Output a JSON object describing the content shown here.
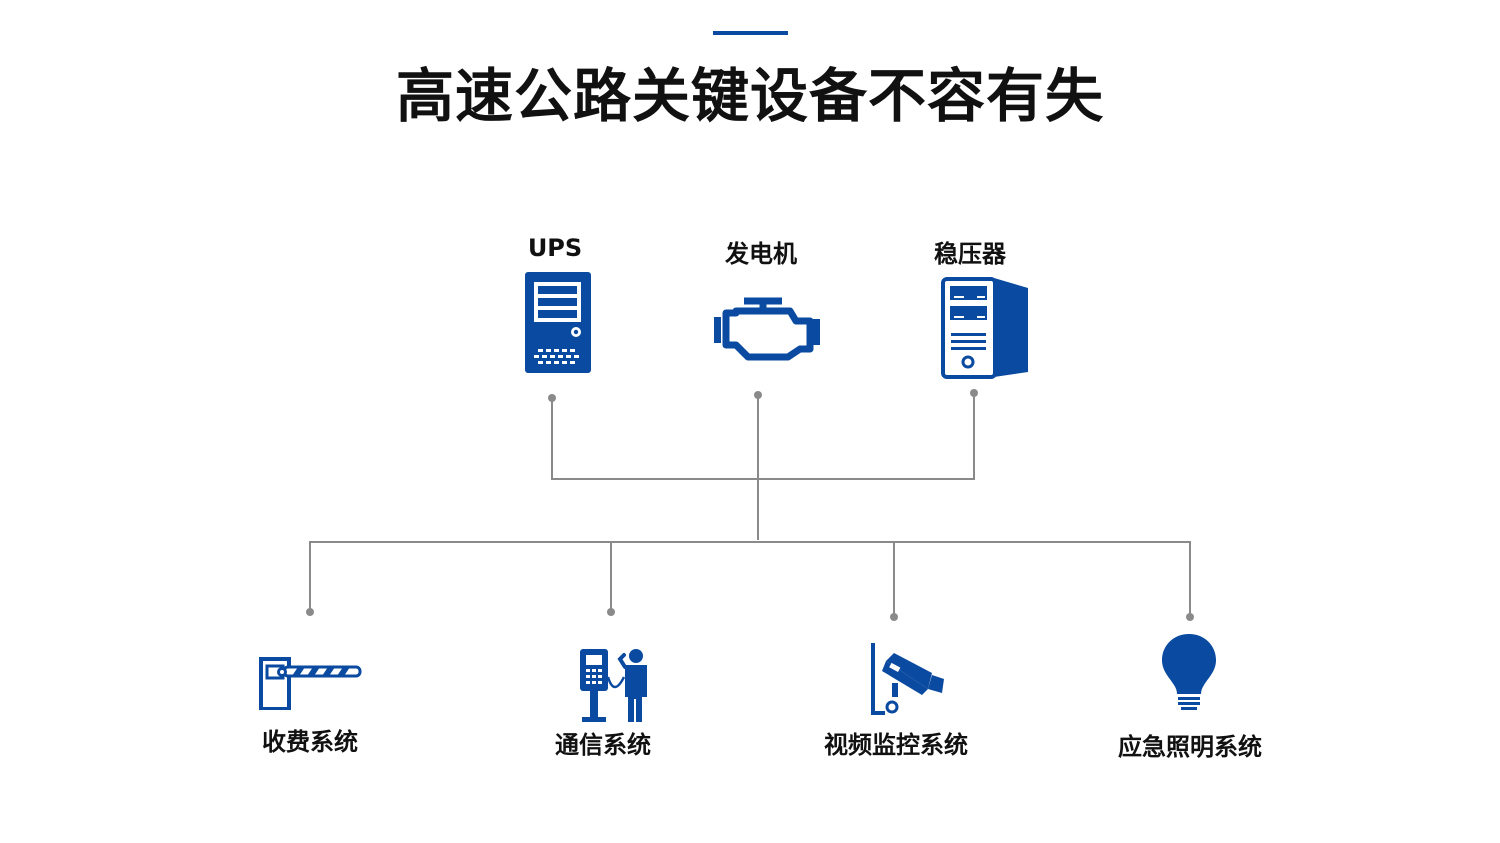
{
  "title": "高速公路关键设备不容有失",
  "colors": {
    "accent": "#0a4aa0",
    "line": "#8a8a8a",
    "text": "#111111"
  },
  "sources": [
    {
      "label": "UPS",
      "icon": "ups-cabinet-icon"
    },
    {
      "label": "发电机",
      "icon": "engine-icon"
    },
    {
      "label": "稳压器",
      "icon": "server-tower-icon"
    }
  ],
  "systems": [
    {
      "label": "收费系统",
      "icon": "toll-barrier-icon"
    },
    {
      "label": "通信系统",
      "icon": "intercom-person-icon"
    },
    {
      "label": "视频监控系统",
      "icon": "cctv-camera-icon"
    },
    {
      "label": "应急照明系统",
      "icon": "light-bulb-icon"
    }
  ]
}
